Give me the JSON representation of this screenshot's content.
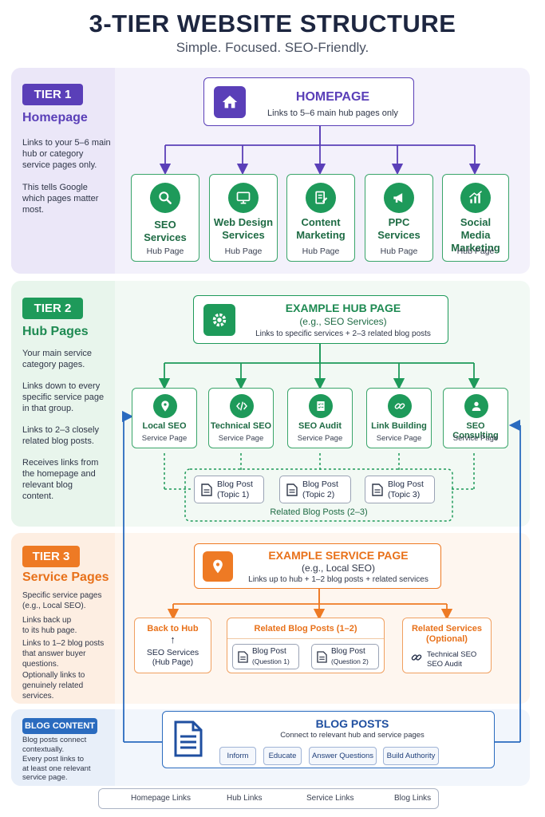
{
  "header": {
    "title": "3-TIER WEBSITE STRUCTURE",
    "subtitle": "Simple. Focused. SEO-Friendly."
  },
  "colors": {
    "purple": "#5a3fb8",
    "green": "#1e9a5a",
    "orange": "#ee7a24",
    "blue": "#2a6bbf"
  },
  "tier1": {
    "badge": "TIER 1",
    "title": "Homepage",
    "text1": "Links to your 5–6 main hub or category service pages only.",
    "text2": "This tells Google which pages matter most.",
    "homepage": {
      "icon": "home-icon",
      "title": "HOMEPAGE",
      "sub": "Links to 5–6 main hub pages only"
    },
    "hubs": [
      {
        "icon": "magnifier-icon",
        "title": "SEO Services",
        "sub": "Hub Page"
      },
      {
        "icon": "monitor-icon",
        "title": "Web Design Services",
        "sub": "Hub Page"
      },
      {
        "icon": "document-edit-icon",
        "title": "Content Marketing",
        "sub": "Hub Page"
      },
      {
        "icon": "megaphone-icon",
        "title": "PPC Services",
        "sub": "Hub Page"
      },
      {
        "icon": "chart-icon",
        "title": "Social Media Marketing",
        "sub": "Hub Page"
      }
    ]
  },
  "tier2": {
    "badge": "TIER 2",
    "title": "Hub Pages",
    "texts": [
      "Your main service category pages.",
      "Links down to every specific service page in that group.",
      "Links to 2–3 closely related blog posts.",
      "Receives links from the homepage and relevant blog content."
    ],
    "hub": {
      "icon": "gear-icon",
      "title": "EXAMPLE HUB PAGE",
      "paren": "(e.g., SEO Services)",
      "sub": "Links to specific services + 2–3 related blog posts"
    },
    "services": [
      {
        "icon": "location-pin-icon",
        "title": "Local SEO",
        "sub": "Service Page"
      },
      {
        "icon": "code-icon",
        "title": "Technical SEO",
        "sub": "Service Page"
      },
      {
        "icon": "checklist-icon",
        "title": "SEO Audit",
        "sub": "Service Page"
      },
      {
        "icon": "link-icon",
        "title": "Link Building",
        "sub": "Service Page"
      },
      {
        "icon": "person-icon",
        "title": "SEO Consulting",
        "sub": "Service Page"
      }
    ],
    "blogs": [
      {
        "title": "Blog Post",
        "topic": "(Topic 1)"
      },
      {
        "title": "Blog Post",
        "topic": "(Topic 2)"
      },
      {
        "title": "Blog Post",
        "topic": "(Topic 3)"
      }
    ],
    "blogs_label": "Related Blog Posts (2–3)"
  },
  "tier3": {
    "badge": "TIER 3",
    "title": "Service Pages",
    "texts": [
      "Specific service pages (e.g., Local SEO).",
      "Links back up to its hub page.",
      "Links to 1–2 blog posts that answer buyer questions.",
      "Optionally links to genuinely related services."
    ],
    "service": {
      "icon": "location-pin-icon",
      "title": "EXAMPLE SERVICE PAGE",
      "paren": "(e.g., Local SEO)",
      "sub": "Links up to hub + 1–2 blog posts + related services"
    },
    "back": {
      "title": "Back to Hub",
      "arrow": "↑",
      "line1": "SEO Services",
      "line2": "(Hub Page)"
    },
    "related_blogs": {
      "title": "Related Blog Posts (1–2)",
      "items": [
        {
          "title": "Blog Post",
          "q": "(Question 1)"
        },
        {
          "title": "Blog Post",
          "q": "(Question 2)"
        }
      ]
    },
    "related_services": {
      "title": "Related Services",
      "opt": "(Optional)",
      "line1": "Technical SEO",
      "line2": "SEO Audit"
    }
  },
  "blog": {
    "badge": "BLOG CONTENT",
    "texts": [
      "Blog posts connect contextually.",
      "Every post links to at least one relevant service page."
    ],
    "box": {
      "title": "BLOG POSTS",
      "sub": "Connect to relevant hub and service pages",
      "pills": [
        "Inform",
        "Educate",
        "Answer Questions",
        "Build Authority"
      ]
    }
  },
  "legend": [
    {
      "label": "Homepage Links",
      "color": "#5a3fb8"
    },
    {
      "label": "Hub Links",
      "color": "#1e9a5a"
    },
    {
      "label": "Service Links",
      "color": "#ee7a24"
    },
    {
      "label": "Blog Links",
      "color": "#2a6bbf"
    }
  ]
}
